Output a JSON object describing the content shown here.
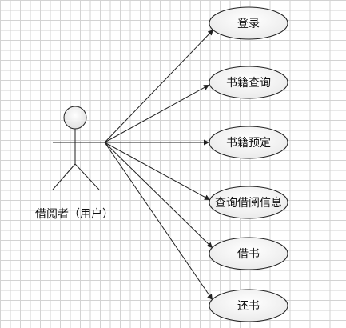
{
  "actor": {
    "label": "借阅者（用户）"
  },
  "use_cases": [
    {
      "id": "login",
      "label": "登录"
    },
    {
      "id": "search",
      "label": "书籍查询"
    },
    {
      "id": "reserve",
      "label": "书籍预定"
    },
    {
      "id": "query",
      "label": "查询借阅信息"
    },
    {
      "id": "borrow",
      "label": "借书"
    },
    {
      "id": "return",
      "label": "还书"
    }
  ]
}
